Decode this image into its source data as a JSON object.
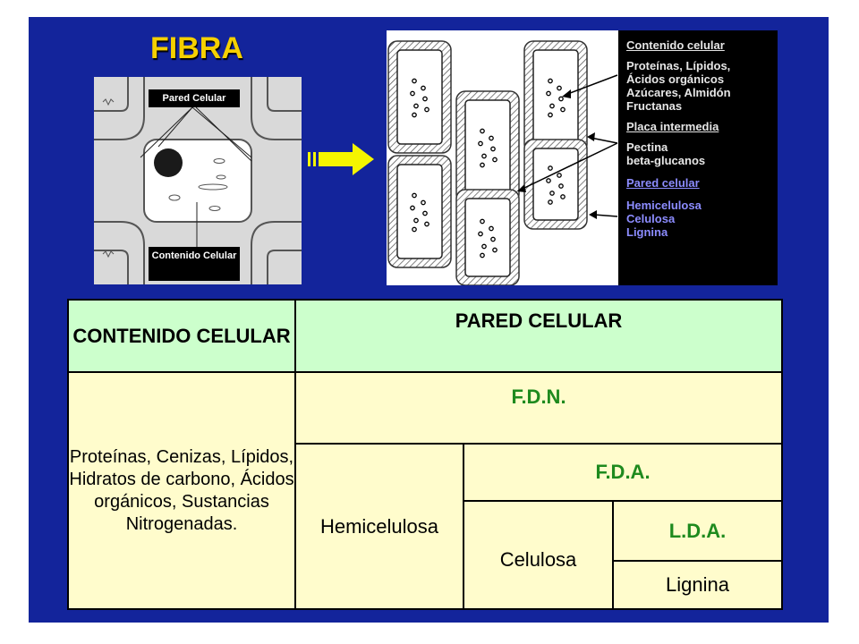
{
  "slide": {
    "title": "FIBRA",
    "background_color": "#13249b",
    "title_color": "#f5d000"
  },
  "cell_diagram": {
    "top_label": "Pared Celular",
    "bottom_label": "Contenido Celular"
  },
  "arrow": {
    "color": "#f5f500",
    "icon": "right-arrow-icon"
  },
  "legend": {
    "contenido_header": "Contenido celular",
    "contenido_items": [
      "Proteínas, Lípidos,",
      "Ácidos orgánicos",
      "Azúcares, Almidón",
      "Fructanas"
    ],
    "placa_header": "Placa intermedia",
    "placa_items": [
      "Pectina",
      "beta-glucanos"
    ],
    "pared_header": "Pared celular",
    "pared_items": [
      "Hemicelulosa",
      "Celulosa",
      "Lignina"
    ]
  },
  "table": {
    "header_left": "CONTENIDO CELULAR",
    "header_right": "PARED CELULAR",
    "contenido_body": "Proteínas, Cenizas, Lípidos, Hidratos de carbono, Ácidos orgánicos, Sustancias Nitrogenadas.",
    "fdn": "F.D.N.",
    "hemicelulosa": "Hemicelulosa",
    "fda": "F.D.A.",
    "celulosa": "Celulosa",
    "lda": "L.D.A.",
    "lignina": "Lignina",
    "header_color": "#ccffcc",
    "body_color": "#fffccc",
    "green_text": "#1e8a1e"
  }
}
